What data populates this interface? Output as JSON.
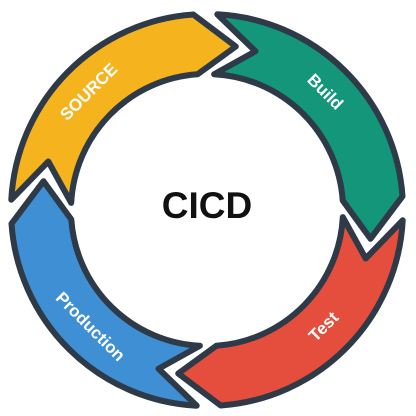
{
  "center": {
    "title": "CICD"
  },
  "stages": [
    {
      "key": "source",
      "label": "SOURCE",
      "color": "#F5B31E"
    },
    {
      "key": "build",
      "label": "Build",
      "color": "#14967A"
    },
    {
      "key": "test",
      "label": "Test",
      "color": "#E54E3C"
    },
    {
      "key": "production",
      "label": "Production",
      "color": "#3F8FD4"
    }
  ],
  "outline_color": "#2E3A47"
}
